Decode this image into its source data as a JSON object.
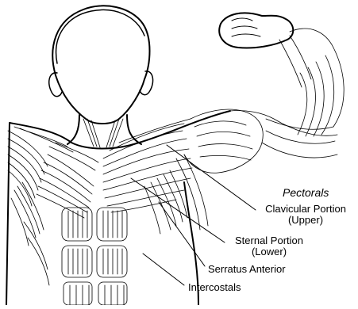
{
  "diagram": {
    "heading": "Pectorals",
    "labels": {
      "clavicular": "Clavicular Portion",
      "clavicular_sub": "(Upper)",
      "sternal": "Sternal Portion",
      "sternal_sub": "(Lower)",
      "serratus": "Serratus Anterior",
      "intercostals": "Intercostals"
    }
  },
  "colors": {
    "ink": "#000000",
    "paper": "#ffffff"
  }
}
